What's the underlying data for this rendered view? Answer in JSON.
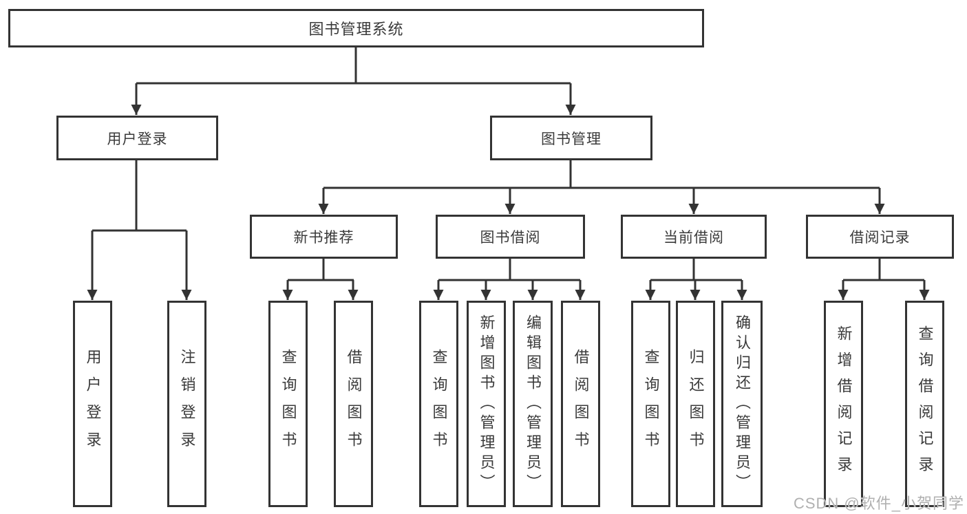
{
  "tree": {
    "root": {
      "label": "图书管理系统",
      "children": [
        {
          "label": "用户登录",
          "children": [
            {
              "label": "用户登录"
            },
            {
              "label": "注销登录"
            }
          ]
        },
        {
          "label": "图书管理",
          "children": [
            {
              "label": "新书推荐",
              "children": [
                {
                  "label": "查询图书"
                },
                {
                  "label": "借阅图书"
                }
              ]
            },
            {
              "label": "图书借阅",
              "children": [
                {
                  "label": "查询图书"
                },
                {
                  "label": "新增图书（管理员）"
                },
                {
                  "label": "编辑图书（管理员）"
                },
                {
                  "label": "借阅图书"
                }
              ]
            },
            {
              "label": "当前借阅",
              "children": [
                {
                  "label": "查询图书"
                },
                {
                  "label": "归还图书"
                },
                {
                  "label": "确认归还（管理员）"
                }
              ]
            },
            {
              "label": "借阅记录",
              "children": [
                {
                  "label": "新增借阅记录"
                },
                {
                  "label": "查询借阅记录"
                }
              ]
            }
          ]
        }
      ]
    }
  },
  "watermark": "CSDN @软件_小贺同学",
  "colors": {
    "line": "#333333",
    "text": "#3a3a3a",
    "background": "#ffffff",
    "watermark": "#b0b0b0"
  }
}
